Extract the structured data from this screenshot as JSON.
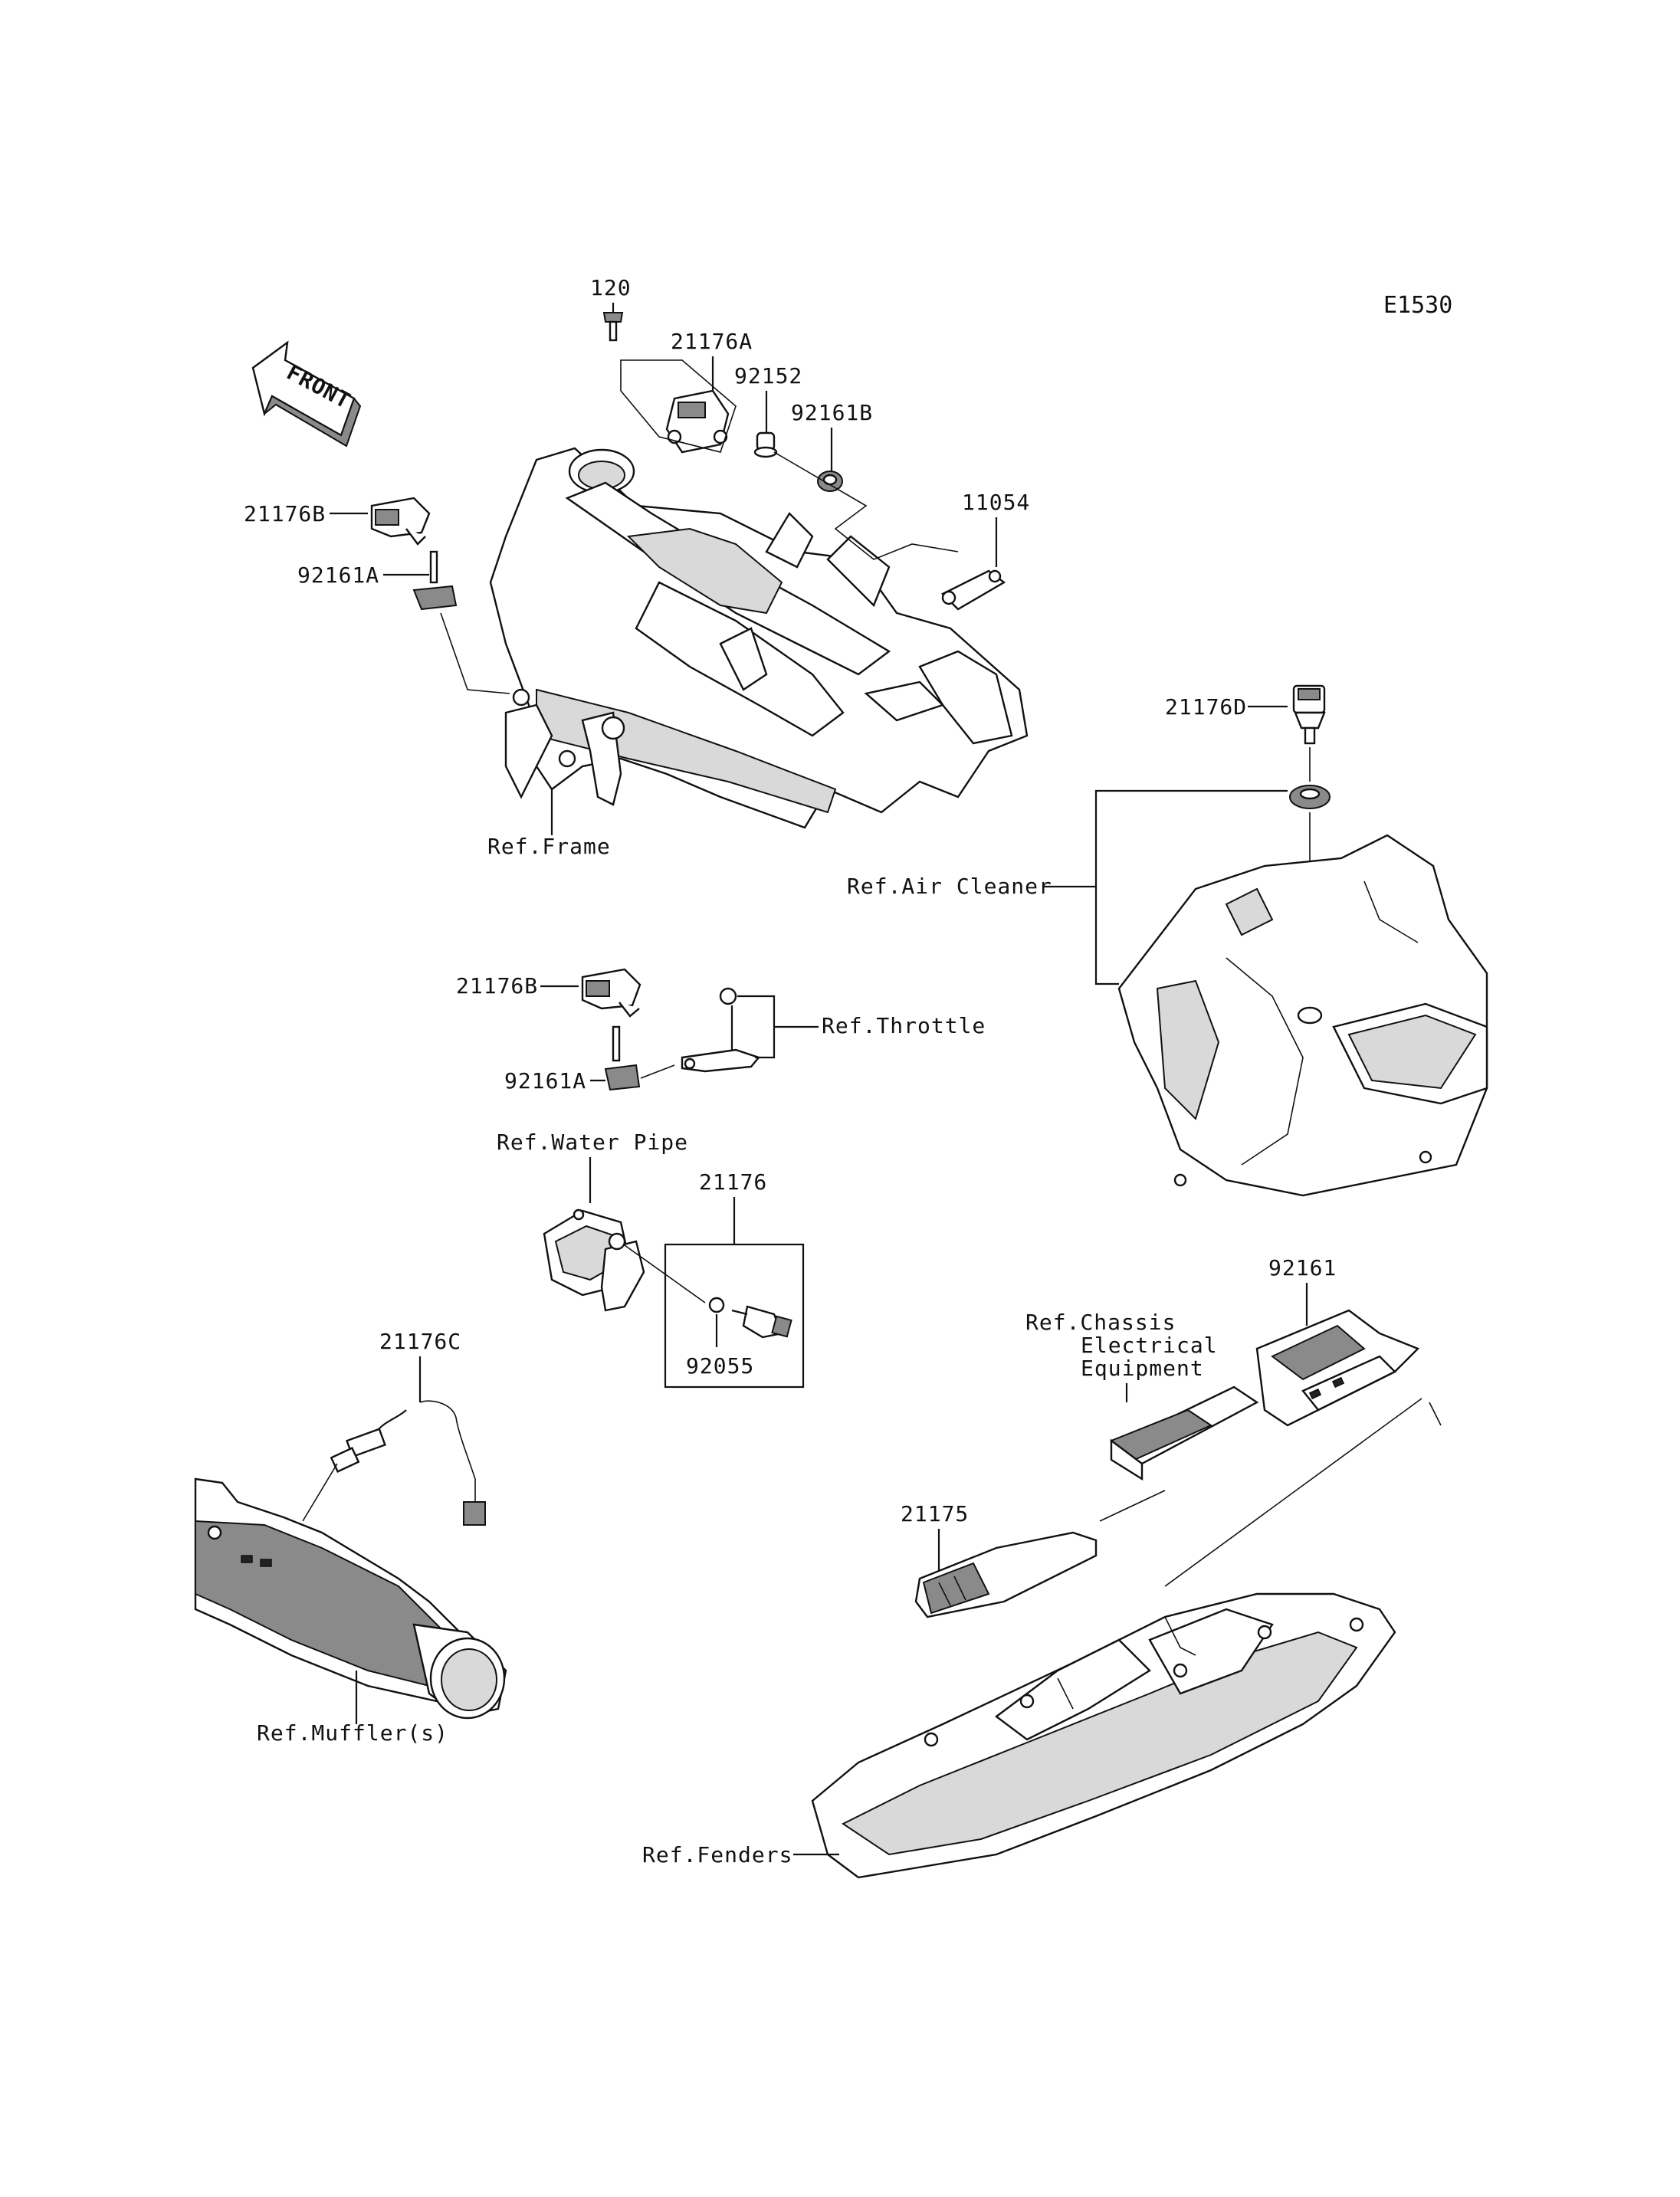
{
  "diagram_code": "E1530",
  "front_label": "FRONT",
  "parts": {
    "p120": "120",
    "p21176A": "21176A",
    "p92152": "92152",
    "p92161B": "92161B",
    "p11054": "11054",
    "p21176B_top": "21176B",
    "p92161A_top": "92161A",
    "p21176D": "21176D",
    "p21176B_mid": "21176B",
    "p92161A_mid": "92161A",
    "p21176": "21176",
    "p92055": "92055",
    "p21176C": "21176C",
    "p92161": "92161",
    "p21175": "21175"
  },
  "references": {
    "frame": "Ref.Frame",
    "air_cleaner": "Ref.Air Cleaner",
    "throttle": "Ref.Throttle",
    "water_pipe": "Ref.Water Pipe",
    "chassis_line1": "Ref.Chassis",
    "chassis_line2": "Electrical",
    "chassis_line3": "Equipment",
    "muffler": "Ref.Muffler(s)",
    "fenders": "Ref.Fenders"
  }
}
